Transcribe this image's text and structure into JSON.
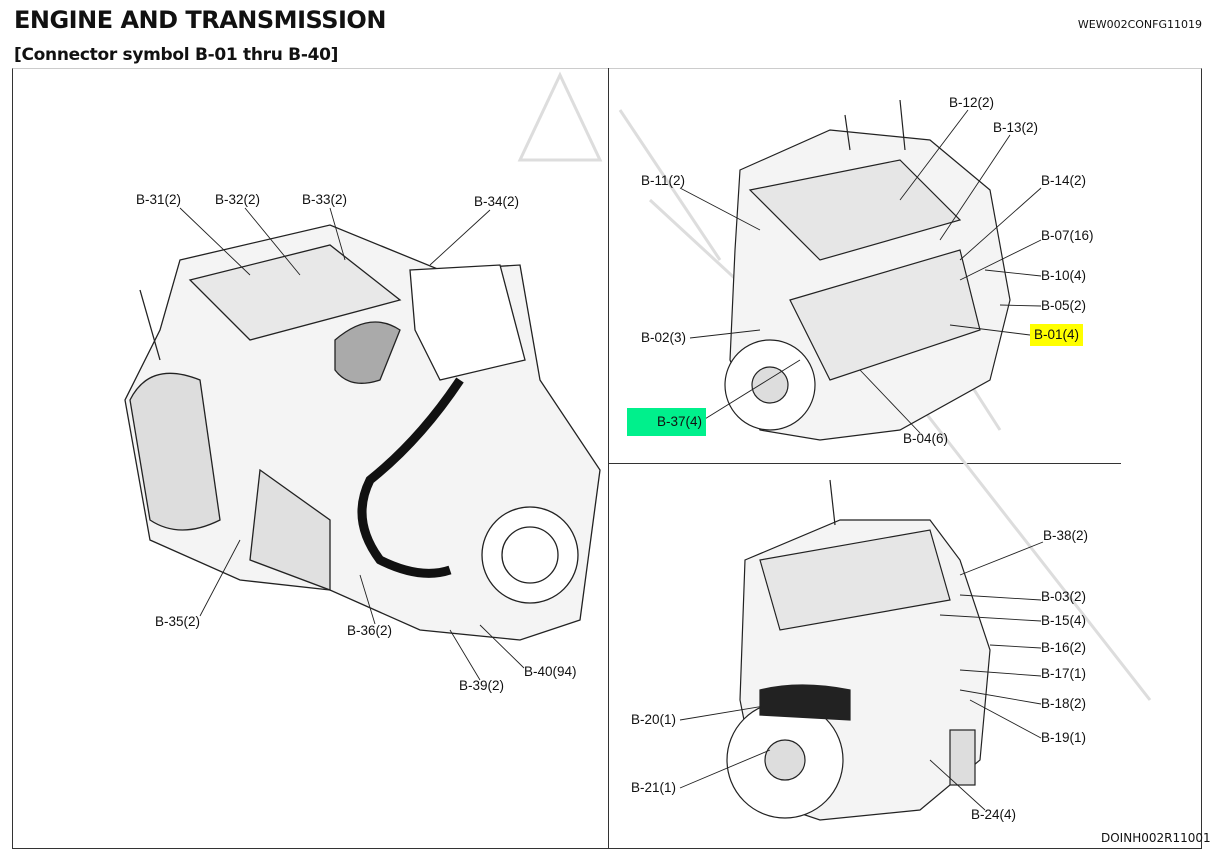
{
  "header": {
    "title": "ENGINE AND TRANSMISSION",
    "subtitle": "[Connector symbol B-01 thru B-40]",
    "doc_code": "WEW002CONFG11019"
  },
  "footer": {
    "figure_code": "DOINH002R11001"
  },
  "highlight_colors": {
    "yellow": "#ffff00",
    "green": "#00f08c"
  },
  "left_panel": {
    "labels": [
      "B-31(2)",
      "B-32(2)",
      "B-33(2)",
      "B-34(2)",
      "B-35(2)",
      "B-36(2)",
      "B-39(2)",
      "B-40(94)"
    ]
  },
  "right_top_panel": {
    "labels": [
      "B-12(2)",
      "B-13(2)",
      "B-11(2)",
      "B-14(2)",
      "B-07(16)",
      "B-10(4)",
      "B-05(2)",
      "B-01(4)",
      "B-02(3)",
      "B-37(4)",
      "B-04(6)"
    ]
  },
  "right_bottom_panel": {
    "labels": [
      "B-38(2)",
      "B-03(2)",
      "B-15(4)",
      "B-16(2)",
      "B-17(1)",
      "B-18(2)",
      "B-19(1)",
      "B-20(1)",
      "B-21(1)",
      "B-24(4)"
    ]
  }
}
